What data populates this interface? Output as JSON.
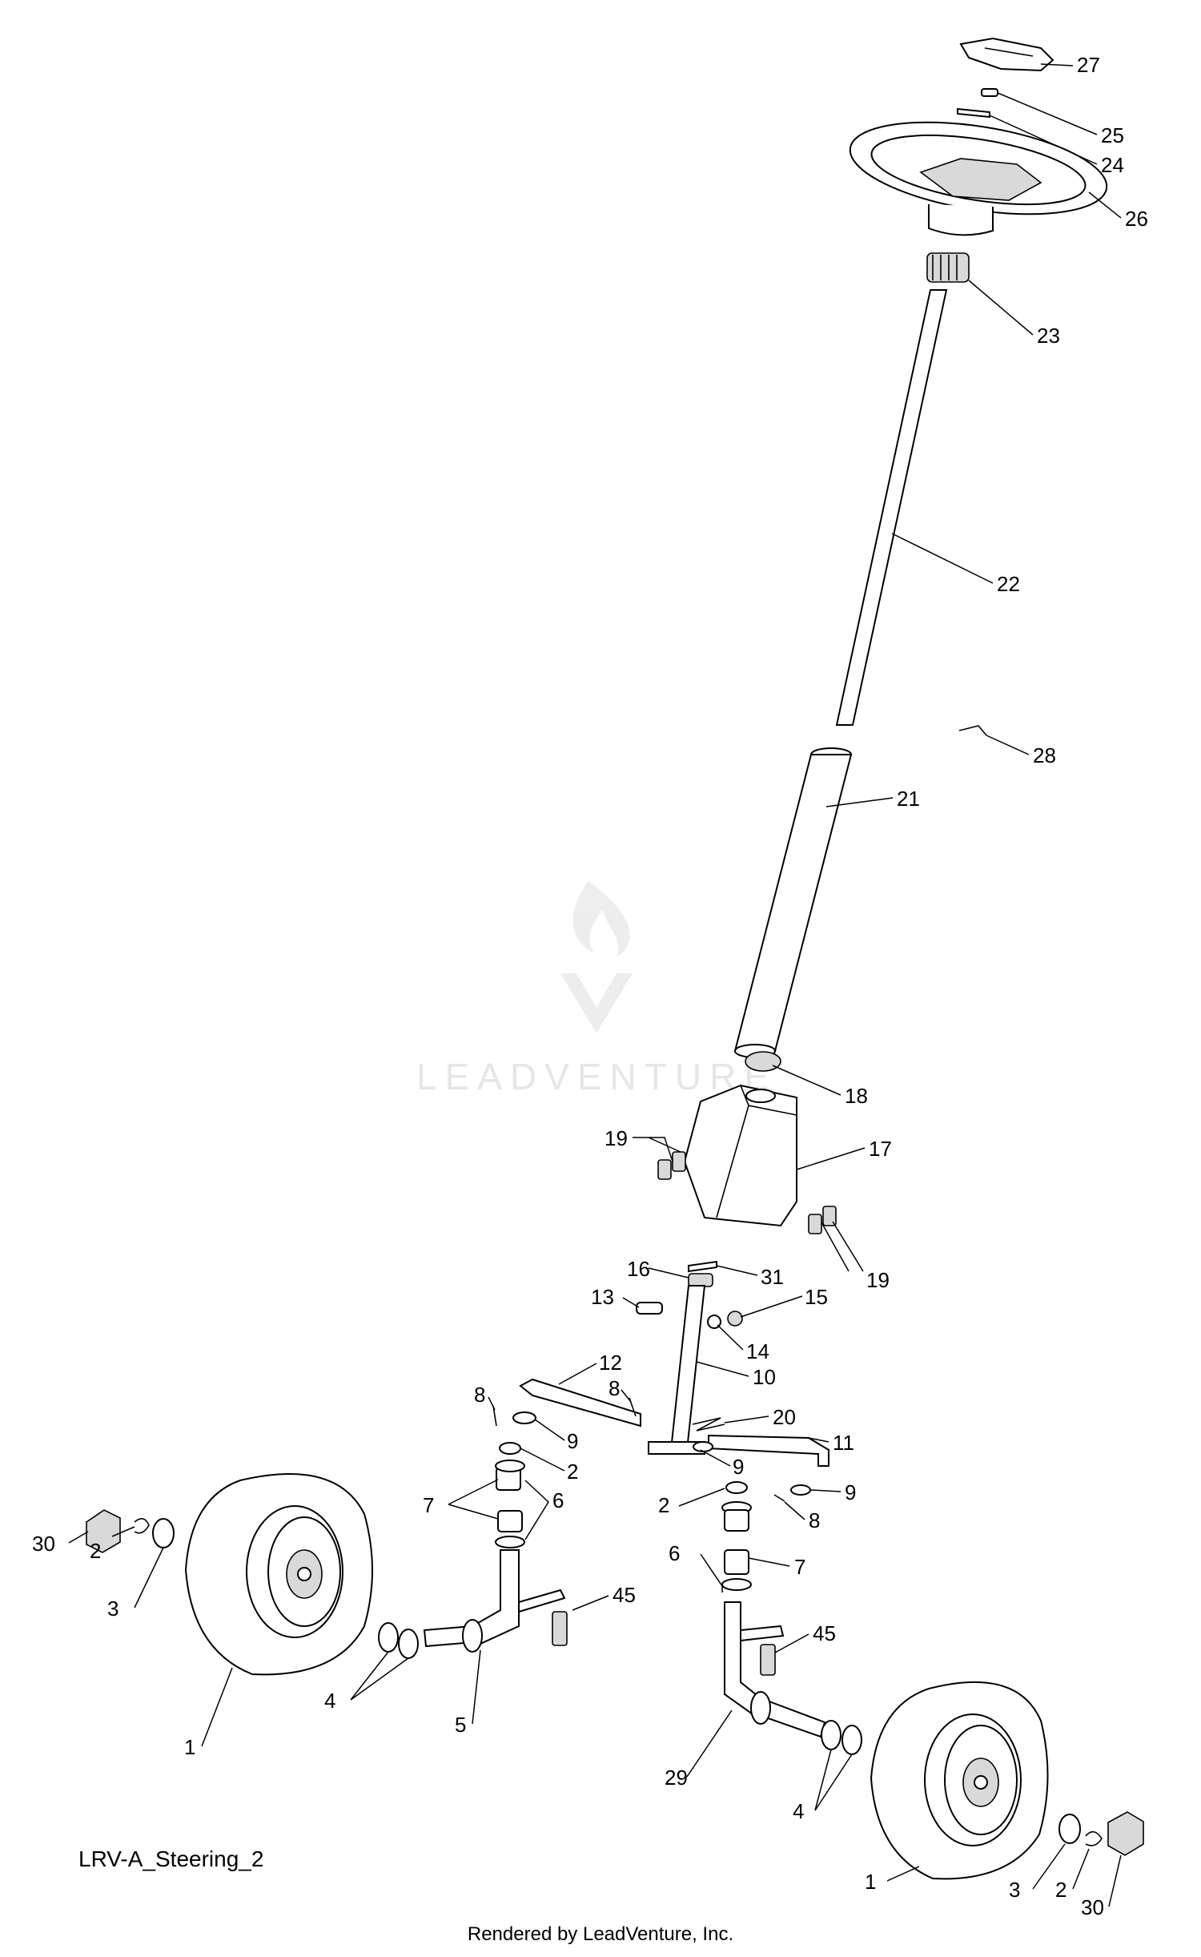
{
  "diagram": {
    "name": "LRV-A_Steering_2",
    "footer": "Rendered by LeadVenture, Inc.",
    "watermark": "LEADVENTURE"
  },
  "callouts": [
    {
      "id": "c27",
      "text": "27"
    },
    {
      "id": "c25",
      "text": "25"
    },
    {
      "id": "c24",
      "text": "24"
    },
    {
      "id": "c26",
      "text": "26"
    },
    {
      "id": "c23",
      "text": "23"
    },
    {
      "id": "c22",
      "text": "22"
    },
    {
      "id": "c28",
      "text": "28"
    },
    {
      "id": "c21",
      "text": "21"
    },
    {
      "id": "c18",
      "text": "18"
    },
    {
      "id": "c17",
      "text": "17"
    },
    {
      "id": "c19a",
      "text": "19"
    },
    {
      "id": "c19b",
      "text": "19"
    },
    {
      "id": "c16",
      "text": "16"
    },
    {
      "id": "c31",
      "text": "31"
    },
    {
      "id": "c13",
      "text": "13"
    },
    {
      "id": "c15",
      "text": "15"
    },
    {
      "id": "c14",
      "text": "14"
    },
    {
      "id": "c12",
      "text": "12"
    },
    {
      "id": "c10",
      "text": "10"
    },
    {
      "id": "c8a",
      "text": "8"
    },
    {
      "id": "c8b",
      "text": "8"
    },
    {
      "id": "c20",
      "text": "20"
    },
    {
      "id": "c11",
      "text": "11"
    },
    {
      "id": "c9a",
      "text": "9"
    },
    {
      "id": "c9b",
      "text": "9"
    },
    {
      "id": "c2a",
      "text": "2"
    },
    {
      "id": "c9c",
      "text": "9"
    },
    {
      "id": "c2b",
      "text": "2"
    },
    {
      "id": "c8c",
      "text": "8"
    },
    {
      "id": "c7a",
      "text": "7"
    },
    {
      "id": "c6a",
      "text": "6"
    },
    {
      "id": "c30a",
      "text": "30"
    },
    {
      "id": "c2c",
      "text": "2"
    },
    {
      "id": "c6b",
      "text": "6"
    },
    {
      "id": "c7b",
      "text": "7"
    },
    {
      "id": "c3a",
      "text": "3"
    },
    {
      "id": "c45a",
      "text": "45"
    },
    {
      "id": "c45b",
      "text": "45"
    },
    {
      "id": "c4a",
      "text": "4"
    },
    {
      "id": "c1a",
      "text": "1"
    },
    {
      "id": "c5",
      "text": "5"
    },
    {
      "id": "c29",
      "text": "29"
    },
    {
      "id": "c4b",
      "text": "4"
    },
    {
      "id": "c1b",
      "text": "1"
    },
    {
      "id": "c3b",
      "text": "3"
    },
    {
      "id": "c2d",
      "text": "2"
    },
    {
      "id": "c30b",
      "text": "30"
    }
  ]
}
